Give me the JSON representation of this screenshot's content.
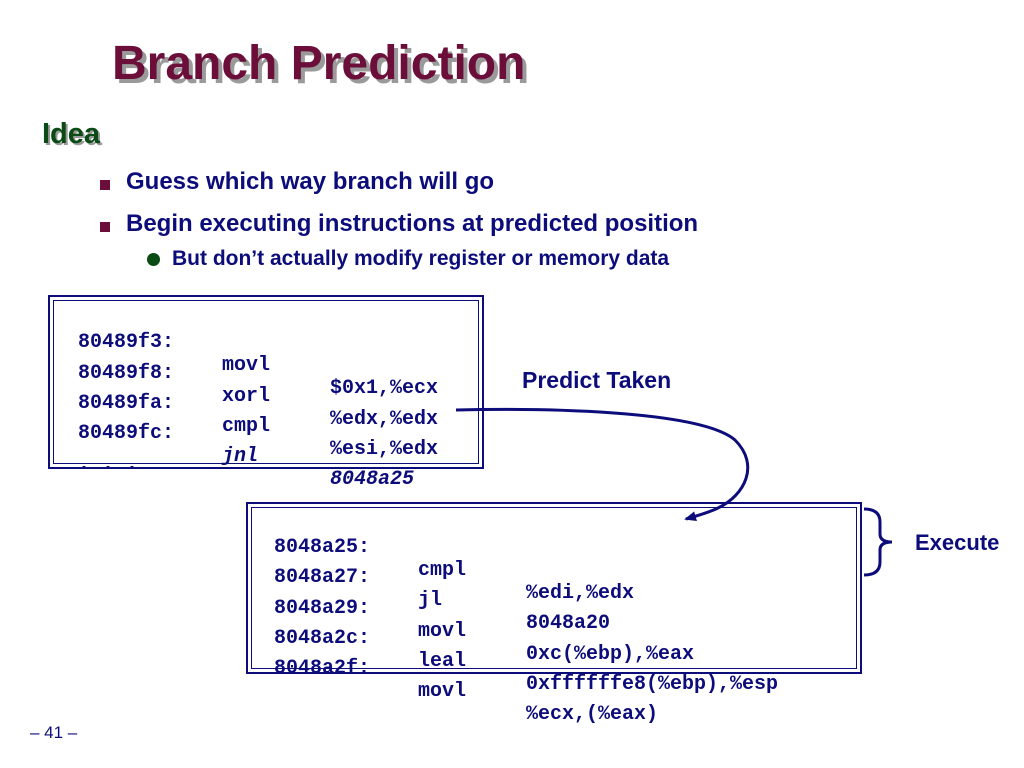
{
  "slide": {
    "title": "Branch Prediction",
    "heading": "Idea",
    "bullets": [
      "Guess which way branch will go",
      "Begin executing instructions at predicted position"
    ],
    "sub_bullets": [
      "But don’t actually modify register or memory data"
    ],
    "page_number": "– 41 –"
  },
  "code_block_1": {
    "rows": [
      {
        "addr": "80489f3:",
        "op": "movl",
        "arg": "$0x1,%ecx"
      },
      {
        "addr": "80489f8:",
        "op": "xorl",
        "arg": "%edx,%edx"
      },
      {
        "addr": "80489fa:",
        "op": "cmpl",
        "arg": "%esi,%edx"
      },
      {
        "addr": "80489fc:",
        "op": "jnl",
        "arg": "8048a25"
      },
      {
        "addr": ". . .",
        "op": "",
        "arg": ""
      }
    ]
  },
  "code_block_2": {
    "rows": [
      {
        "addr": "8048a25:",
        "op": "cmpl",
        "arg": "%edi,%edx"
      },
      {
        "addr": "8048a27:",
        "op": "jl",
        "arg": "8048a20"
      },
      {
        "addr": "8048a29:",
        "op": "movl",
        "arg": "0xc(%ebp),%eax"
      },
      {
        "addr": "8048a2c:",
        "op": "leal",
        "arg": "0xffffffe8(%ebp),%esp"
      },
      {
        "addr": "8048a2f:",
        "op": "movl",
        "arg": "%ecx,(%eax)"
      }
    ]
  },
  "labels": {
    "predict_taken": "Predict Taken",
    "execute": "Execute"
  },
  "colors": {
    "title": "#6b0f3a",
    "heading": "#0a4a14",
    "text": "#0c0c7a"
  }
}
